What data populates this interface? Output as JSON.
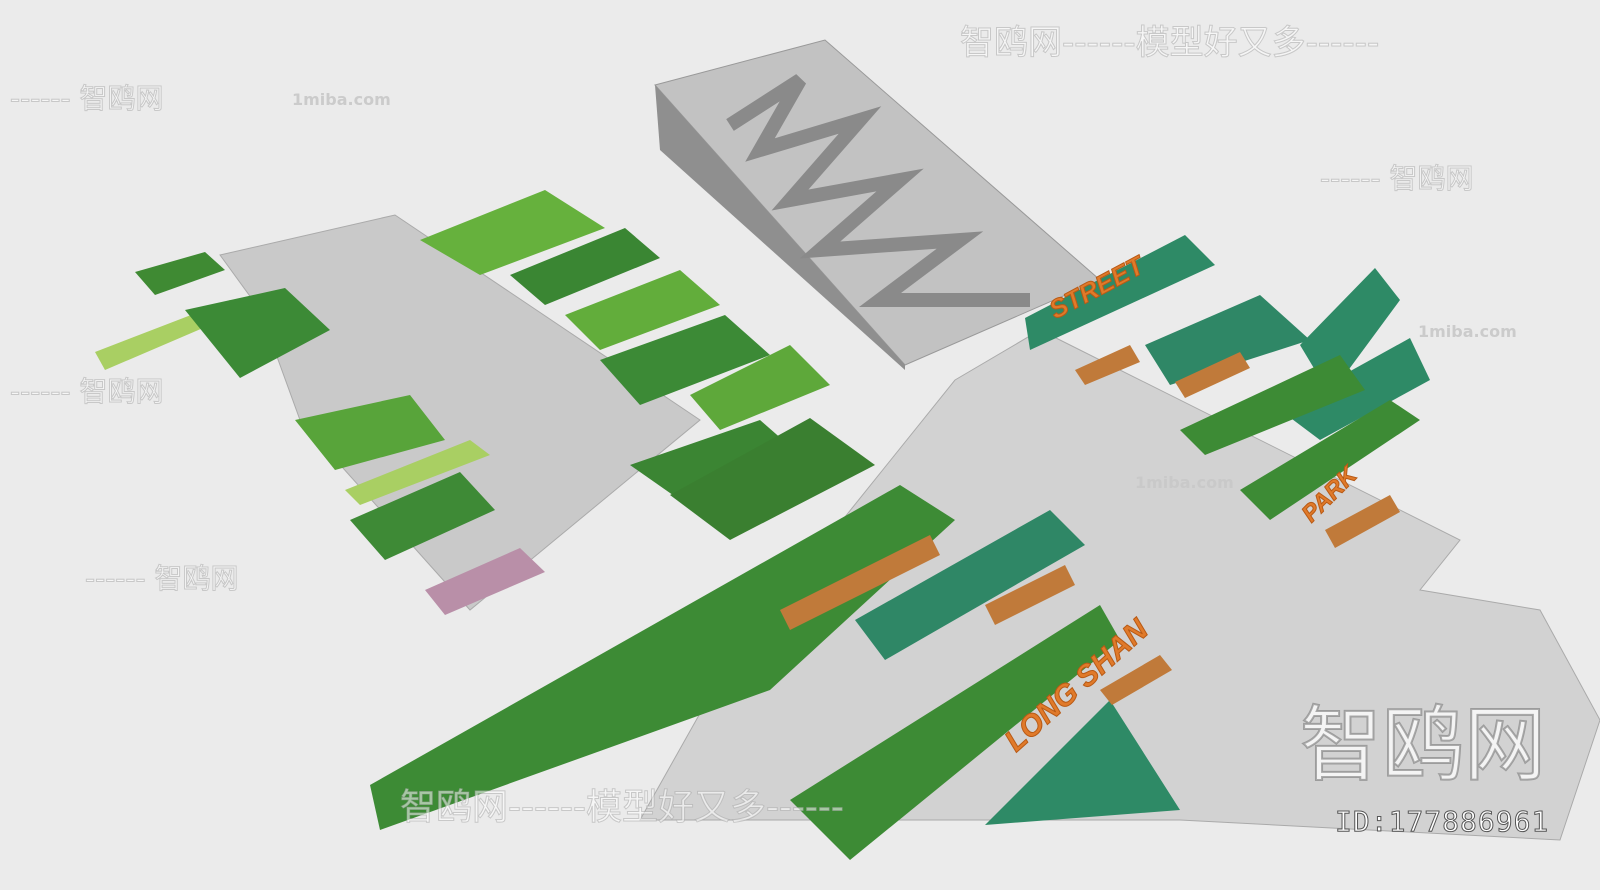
{
  "scene": {
    "colors": {
      "background": "#ebebeb",
      "paving": "#c8c8c8",
      "lawn": "#5aa83a",
      "hedge": "#3e8a34",
      "teal": "#2e8a66",
      "wood": "#c07a3a",
      "ramp": "#bcbcbc",
      "sign": "#e07a2a"
    },
    "signs": {
      "street": "STREET",
      "park": "PARK",
      "long_shan": "LONG SHAN"
    }
  },
  "watermarks": {
    "long": "智鸥网------模型好又多------",
    "short": "------ 智鸥网",
    "site": "1miba.com",
    "logo": "智鸥网",
    "id": "ID:177886961"
  }
}
